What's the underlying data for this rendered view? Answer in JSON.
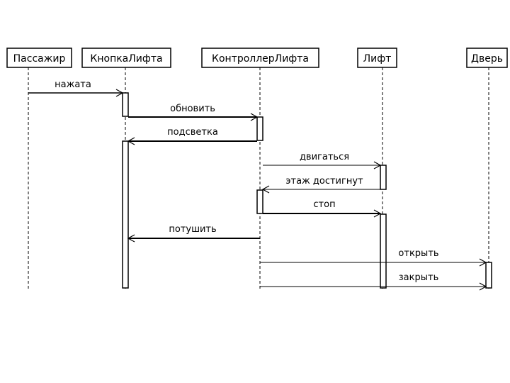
{
  "diagram": {
    "objects": [
      {
        "id": "passenger",
        "label": "Пассажир"
      },
      {
        "id": "button",
        "label": "КнопкаЛифта"
      },
      {
        "id": "controller",
        "label": "КонтроллерЛифта"
      },
      {
        "id": "lift",
        "label": "Лифт"
      },
      {
        "id": "door",
        "label": "Дверь"
      }
    ],
    "messages": [
      {
        "label": "нажата",
        "from": "passenger",
        "to": "button",
        "style": "solid",
        "arrow": "open"
      },
      {
        "label": "обновить",
        "from": "button",
        "to": "controller",
        "style": "solid",
        "arrow": "open"
      },
      {
        "label": "подсветка",
        "from": "controller",
        "to": "button",
        "style": "solid",
        "arrow": "open"
      },
      {
        "label": "двигаться",
        "from": "controller",
        "to": "lift",
        "style": "thin",
        "arrow": "open"
      },
      {
        "label": "этаж достигнут",
        "from": "lift",
        "to": "controller",
        "style": "thin",
        "arrow": "open"
      },
      {
        "label": "стоп",
        "from": "controller",
        "to": "lift",
        "style": "solid",
        "arrow": "open"
      },
      {
        "label": "потушить",
        "from": "controller",
        "to": "button",
        "style": "solid",
        "arrow": "open"
      },
      {
        "label": "открыть",
        "from": "controller",
        "to": "door",
        "style": "thin",
        "arrow": "open"
      },
      {
        "label": "закрыть",
        "from": "controller",
        "to": "door",
        "style": "thin",
        "arrow": "open"
      }
    ]
  }
}
